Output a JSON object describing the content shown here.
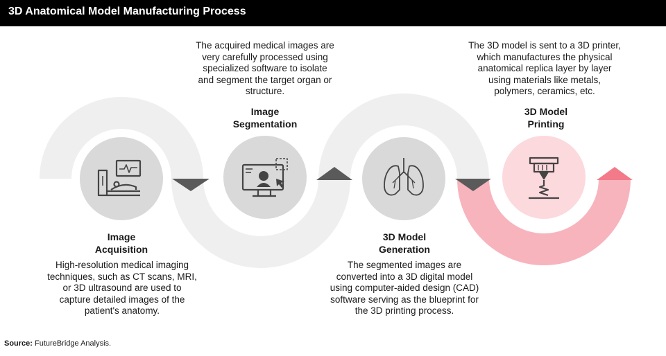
{
  "header": {
    "title": "3D Anatomical Model Manufacturing Process"
  },
  "steps": [
    {
      "title_line1": "Image",
      "title_line2": "Acquisition",
      "description": "High-resolution medical imaging techniques, such as CT scans, MRI, or 3D ultrasound are used to capture detailed images of the patient's anatomy.",
      "icon": "medical-scanner-icon"
    },
    {
      "title_line1": "Image",
      "title_line2": "Segmentation",
      "description": "The acquired medical images are very carefully processed using specialized software to isolate and segment the target organ or structure.",
      "icon": "monitor-user-select-icon"
    },
    {
      "title_line1": "3D Model",
      "title_line2": "Generation",
      "description": "The segmented images are converted into a 3D digital model using computer-aided design (CAD) software serving as the blueprint for the 3D printing process.",
      "icon": "lungs-icon"
    },
    {
      "title_line1": "3D Model",
      "title_line2": "Printing",
      "description": "The 3D model is sent to a 3D printer, which manufactures the physical anatomical replica layer by layer using materials like metals, polymers, ceramics, etc.",
      "icon": "3d-printer-icon"
    }
  ],
  "source": {
    "label": "Source:",
    "text": " FutureBridge Analysis."
  },
  "colors": {
    "header_bg": "#000000",
    "band_gray": "#efefef",
    "circle_gray": "#d9d9d9",
    "circle_pink": "#fcd9dd",
    "band_pink": "#f7b4bd",
    "arrow_gray": "#5a5a5a",
    "arrow_pink": "#f27a89"
  }
}
